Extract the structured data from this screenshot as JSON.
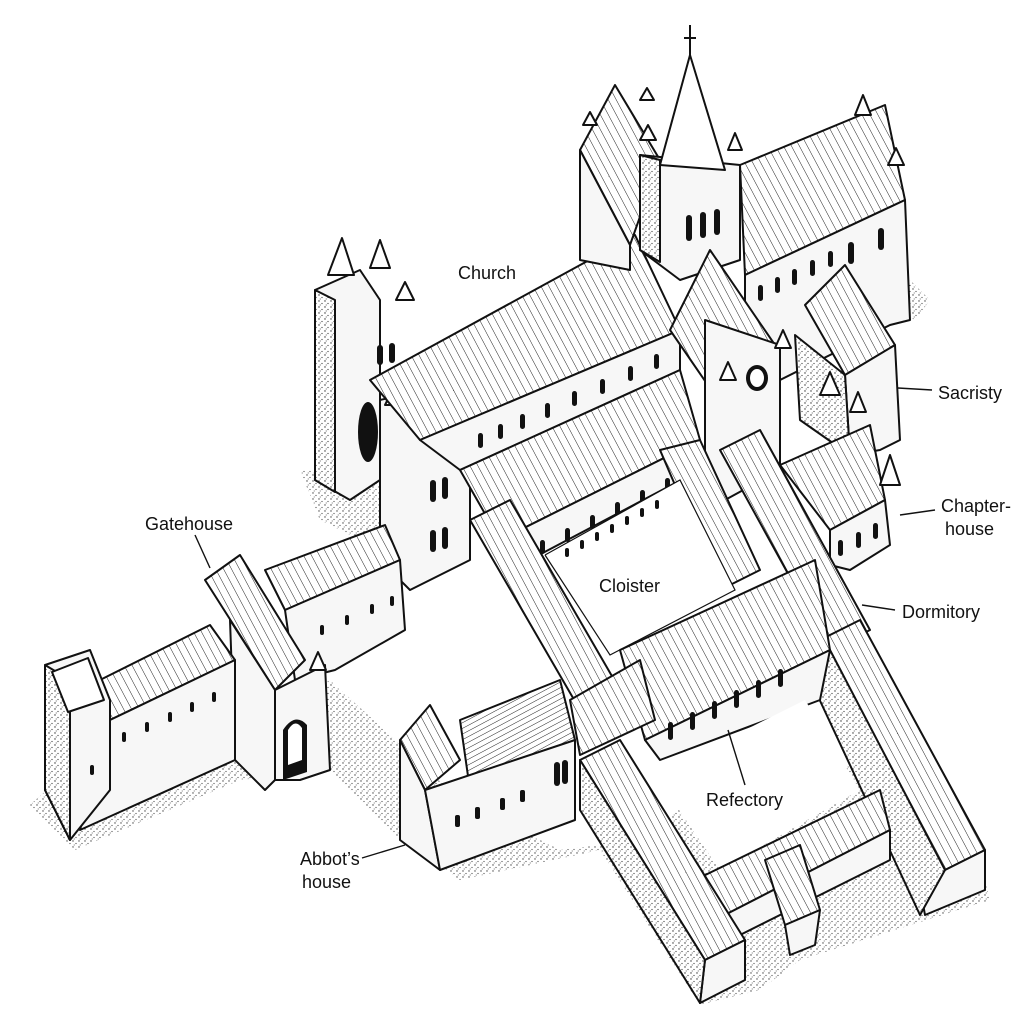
{
  "labels": {
    "church": "Church",
    "sacristy": "Sacristy",
    "chapter_house_line1": "Chapter-",
    "chapter_house_line2": "house",
    "gatehouse": "Gatehouse",
    "cloister": "Cloister",
    "dormitory": "Dormitory",
    "refectory": "Refectory",
    "abbots_house_line1": "Abbot’s",
    "abbots_house_line2": "house"
  }
}
